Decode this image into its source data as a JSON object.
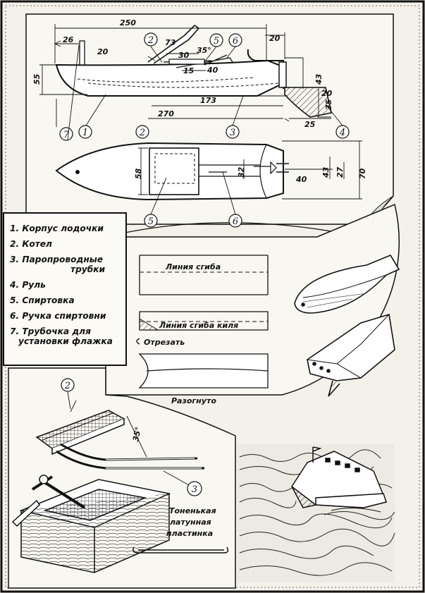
{
  "top_drawing": {
    "dimensions": {
      "length_250": "250",
      "d_26": "26",
      "d_20_mast": "20",
      "d_55": "55",
      "d_73": "73",
      "d_30": "30",
      "d_15": "15",
      "d_35_deg": "35°",
      "d_40_top": "40",
      "d_20_right": "20",
      "d_43_side": "43",
      "d_20_side": "20",
      "d_35_side": "35",
      "d_173": "173",
      "d_270": "270",
      "d_25": "25",
      "d_58": "58",
      "d_32": "32",
      "d_40_plan": "40",
      "d_43_plan": "43",
      "d_27": "27",
      "d_70": "70"
    },
    "part_markers": {
      "m1": "1",
      "m2_top": "2",
      "m2_plan": "2",
      "m3": "3",
      "m4": "4",
      "m5_top": "5",
      "m5_plan": "5",
      "m6_top": "6",
      "m6_plan": "6",
      "m7": "7"
    }
  },
  "legend": {
    "items": [
      "1. Корпус лодочки",
      "2. Котел",
      "3. Паропроводные",
      "трубки",
      "4. Руль",
      "5. Спиртовка",
      "6. Ручка спиртовни",
      "7. Трубочка для",
      "установки флажка"
    ]
  },
  "middle": {
    "fold_line": "Линия сгиба",
    "keel_fold_line": "Линия сгиба киля",
    "cut_off": "Отрезать",
    "unbent": "Разогнуто"
  },
  "bottom": {
    "marker_2": "2",
    "marker_3": "3",
    "angle": "35°",
    "plate_caption": [
      "Тоненькая",
      "латунная",
      "пластинка"
    ]
  }
}
